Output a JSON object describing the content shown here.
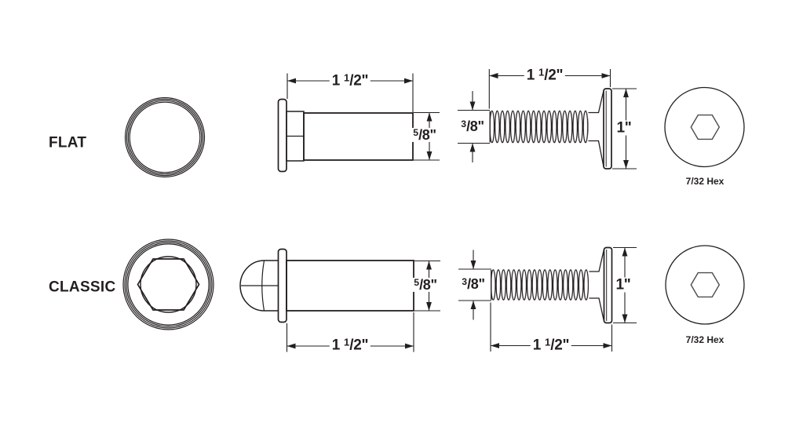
{
  "colors": {
    "line": "#231f20",
    "background": "#ffffff",
    "socket_line": "#4d4d4d"
  },
  "rows": [
    {
      "id": "flat",
      "label": "FLAT",
      "barrel": {
        "length": "1 1/2\"",
        "diameter": "5/8\""
      },
      "screw": {
        "length": "1 1/2\"",
        "thread_diameter": "3/8\"",
        "head_diameter": "1\""
      },
      "head": {
        "socket": "7/32 Hex"
      }
    },
    {
      "id": "classic",
      "label": "CLASSIC",
      "barrel": {
        "length": "1 1/2\"",
        "diameter": "5/8\""
      },
      "screw": {
        "length": "1 1/2\"",
        "thread_diameter": "3/8\"",
        "head_diameter": "1\""
      },
      "head": {
        "socket": "7/32 Hex"
      }
    }
  ]
}
